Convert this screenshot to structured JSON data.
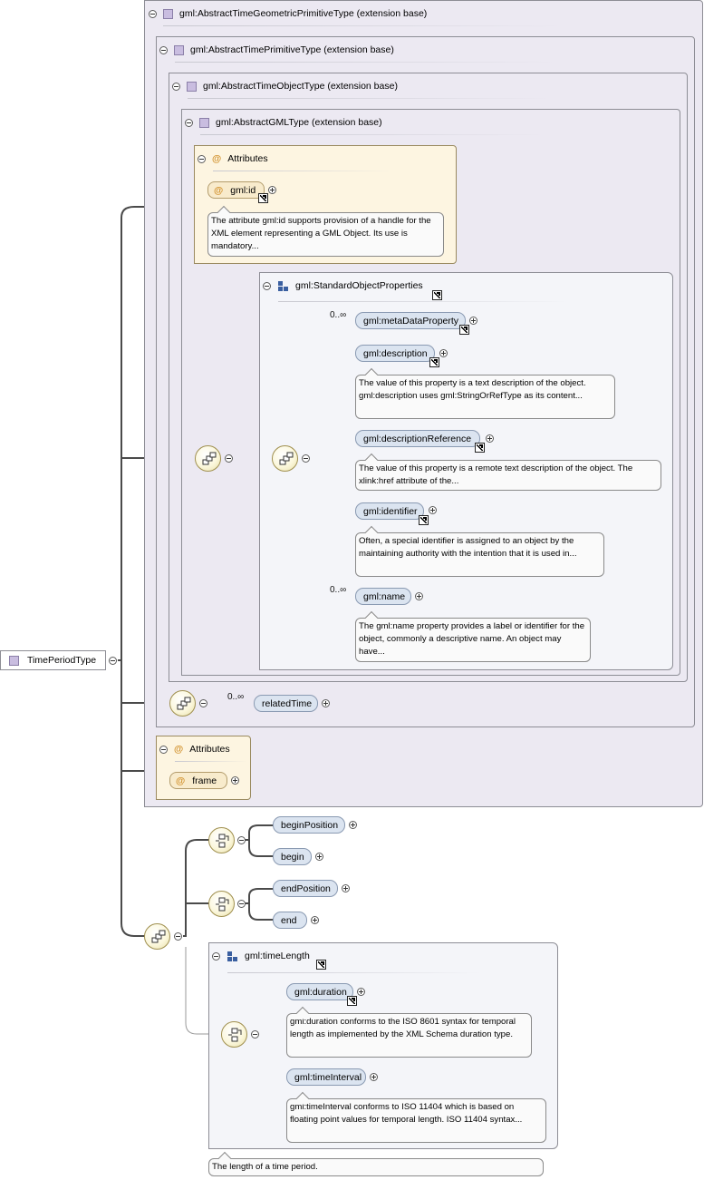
{
  "root": {
    "label": "TimePeriodType"
  },
  "bases": [
    "gml:AbstractTimeGeometricPrimitiveType (extension base)",
    "gml:AbstractTimePrimitiveType (extension base)",
    "gml:AbstractTimeObjectType (extension base)",
    "gml:AbstractGMLType (extension base)"
  ],
  "gml_attributes": {
    "title": "Attributes",
    "attr_name": "gml:id",
    "doc": "The attribute gml:id supports provision of a handle for the XML element representing a GML Object. Its use is mandatory..."
  },
  "standard_object_properties": {
    "title": "gml:StandardObjectProperties",
    "items": [
      {
        "name": "gml:metaDataProperty",
        "card": "0..∞",
        "doc": ""
      },
      {
        "name": "gml:description",
        "card": "",
        "doc": "The value of this property is a text description of the object. gml:description uses gml:StringOrRefType as its content..."
      },
      {
        "name": "gml:descriptionReference",
        "card": "",
        "doc": "The value of this property is a remote text description of the object. The xlink:href attribute of the..."
      },
      {
        "name": "gml:identifier",
        "card": "",
        "doc": "Often, a special identifier is assigned to an object by the maintaining authority with the intention that it is used in..."
      },
      {
        "name": "gml:name",
        "card": "0..∞",
        "doc": "The gml:name property provides a label or identifier for the object, commonly a descriptive name. An object may have..."
      }
    ]
  },
  "related_time": {
    "card": "0..∞",
    "name": "relatedTime"
  },
  "frame_attributes": {
    "title": "Attributes",
    "attr_name": "frame"
  },
  "begin_choice": [
    "beginPosition",
    "begin"
  ],
  "end_choice": [
    "endPosition",
    "end"
  ],
  "time_length": {
    "title": "gml:timeLength",
    "items": [
      {
        "name": "gml:duration",
        "doc": "gml:duration conforms to the ISO 8601 syntax for temporal length as implemented by the XML Schema duration type."
      },
      {
        "name": "gml:timeInterval",
        "doc": "gml:timeInterval conforms to ISO 11404 which is based on floating point values for temporal length. ISO 11404 syntax..."
      }
    ],
    "doc": "The length of a time period."
  },
  "colors": {
    "type_fill": "#ece9f2",
    "attribute_fill": "#fdf5e1",
    "element_fill": "#dbe4f0",
    "group_fill": "#f4f5f9",
    "connector": "#4a4a4a"
  }
}
